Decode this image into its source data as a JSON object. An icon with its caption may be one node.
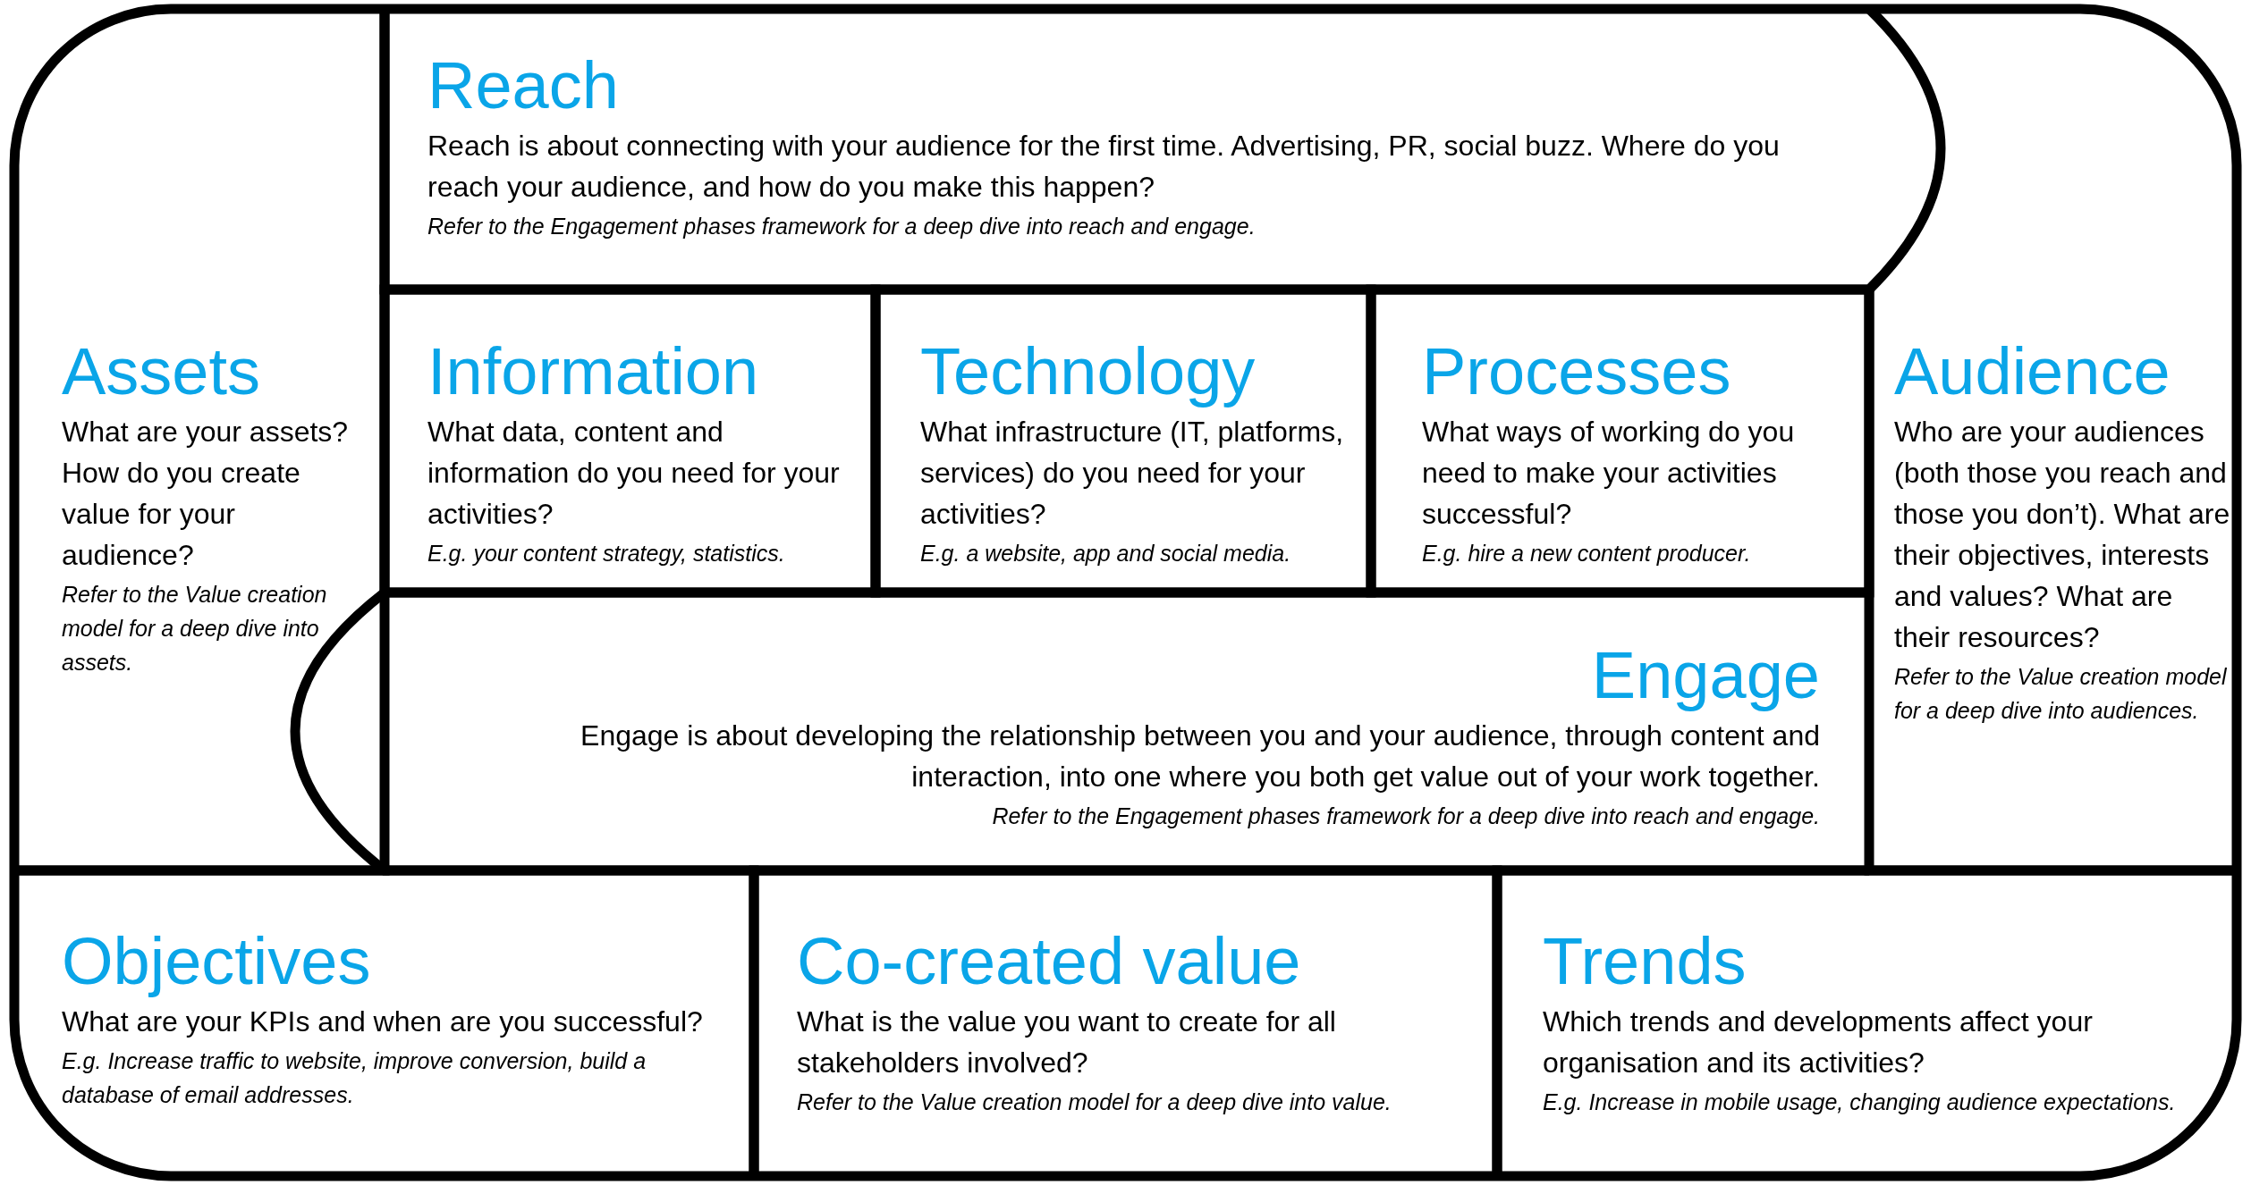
{
  "diagram": {
    "nodes": [
      {
        "text": [
          "Reach",
          "Reach is about connecting with your audience for the first time. Advertising, PR, social buzz. Where do you reach your audience, and how do you make this happen?",
          "Refer to the Engagement phases framework for a deep dive into reach and engage."
        ]
      },
      {
        "text": [
          "Assets",
          "What are your assets? How do you create value for your audience?",
          "Refer to the Value creation model for a deep dive into assets."
        ]
      },
      {
        "text": [
          "Information",
          "What data, content and information do you need for your activities?",
          "E.g. your content strategy, statistics."
        ]
      },
      {
        "text": [
          "Technology",
          "What infrastructure (IT, platforms, services) do you need for your activities?",
          "E.g. a website, app and social media."
        ]
      },
      {
        "text": [
          "Processes",
          "What ways of working do you need to make your activities successful?",
          "E.g. hire a new content producer."
        ]
      },
      {
        "text": [
          "Audience",
          "Who are your audiences (both those you reach and those you don’t). What are their objectives, interests and values? What are their resources?",
          "Refer to the Value creation model for a deep dive into audiences."
        ]
      },
      {
        "text": [
          "Engage",
          "Engage is about developing the relationship between you and your audience, through content and interaction, into one where you both get value out of your work together.",
          "Refer to the Engagement phases framework for a deep dive into reach and engage."
        ]
      },
      {
        "text": [
          "Objectives",
          "What are your KPIs and when are you successful?",
          "E.g. Increase traffic to website, improve conversion, build a database of email addresses."
        ]
      },
      {
        "text": [
          "Co-created value",
          "What is the value you want to create for all stakeholders involved?",
          "Refer to the Value creation model for a deep dive into value."
        ]
      },
      {
        "text": [
          "Trends",
          "Which trends and developments affect your organisation and its activities?",
          "E.g. Increase in mobile usage, changing audience expectations."
        ]
      }
    ]
  }
}
